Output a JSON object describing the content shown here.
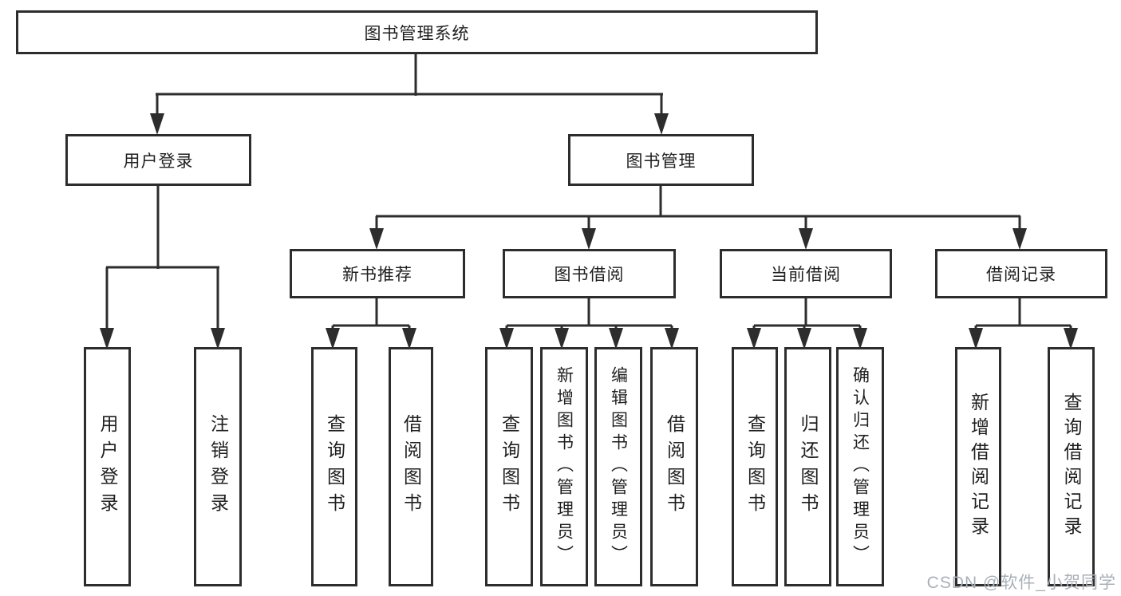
{
  "colors": {
    "line": "#2d2d2d",
    "text": "#1f1f1f",
    "background": "#ffffff",
    "watermark": "#aab0b8"
  },
  "tree": {
    "label": "图书管理系统",
    "children": [
      {
        "label": "用户登录",
        "children": [
          {
            "label": "用户登录"
          },
          {
            "label": "注销登录"
          }
        ]
      },
      {
        "label": "图书管理",
        "children": [
          {
            "label": "新书推荐",
            "children": [
              {
                "label": "查询图书"
              },
              {
                "label": "借阅图书"
              }
            ]
          },
          {
            "label": "图书借阅",
            "children": [
              {
                "label": "查询图书"
              },
              {
                "label": "新增图书（管理员）"
              },
              {
                "label": "编辑图书（管理员）"
              },
              {
                "label": "借阅图书"
              }
            ]
          },
          {
            "label": "当前借阅",
            "children": [
              {
                "label": "查询图书"
              },
              {
                "label": "归还图书"
              },
              {
                "label": "确认归还（管理员）"
              }
            ]
          },
          {
            "label": "借阅记录",
            "children": [
              {
                "label": "新增借阅记录"
              },
              {
                "label": "查询借阅记录"
              }
            ]
          }
        ]
      }
    ]
  },
  "watermark": "CSDN @软件_小贺同学"
}
